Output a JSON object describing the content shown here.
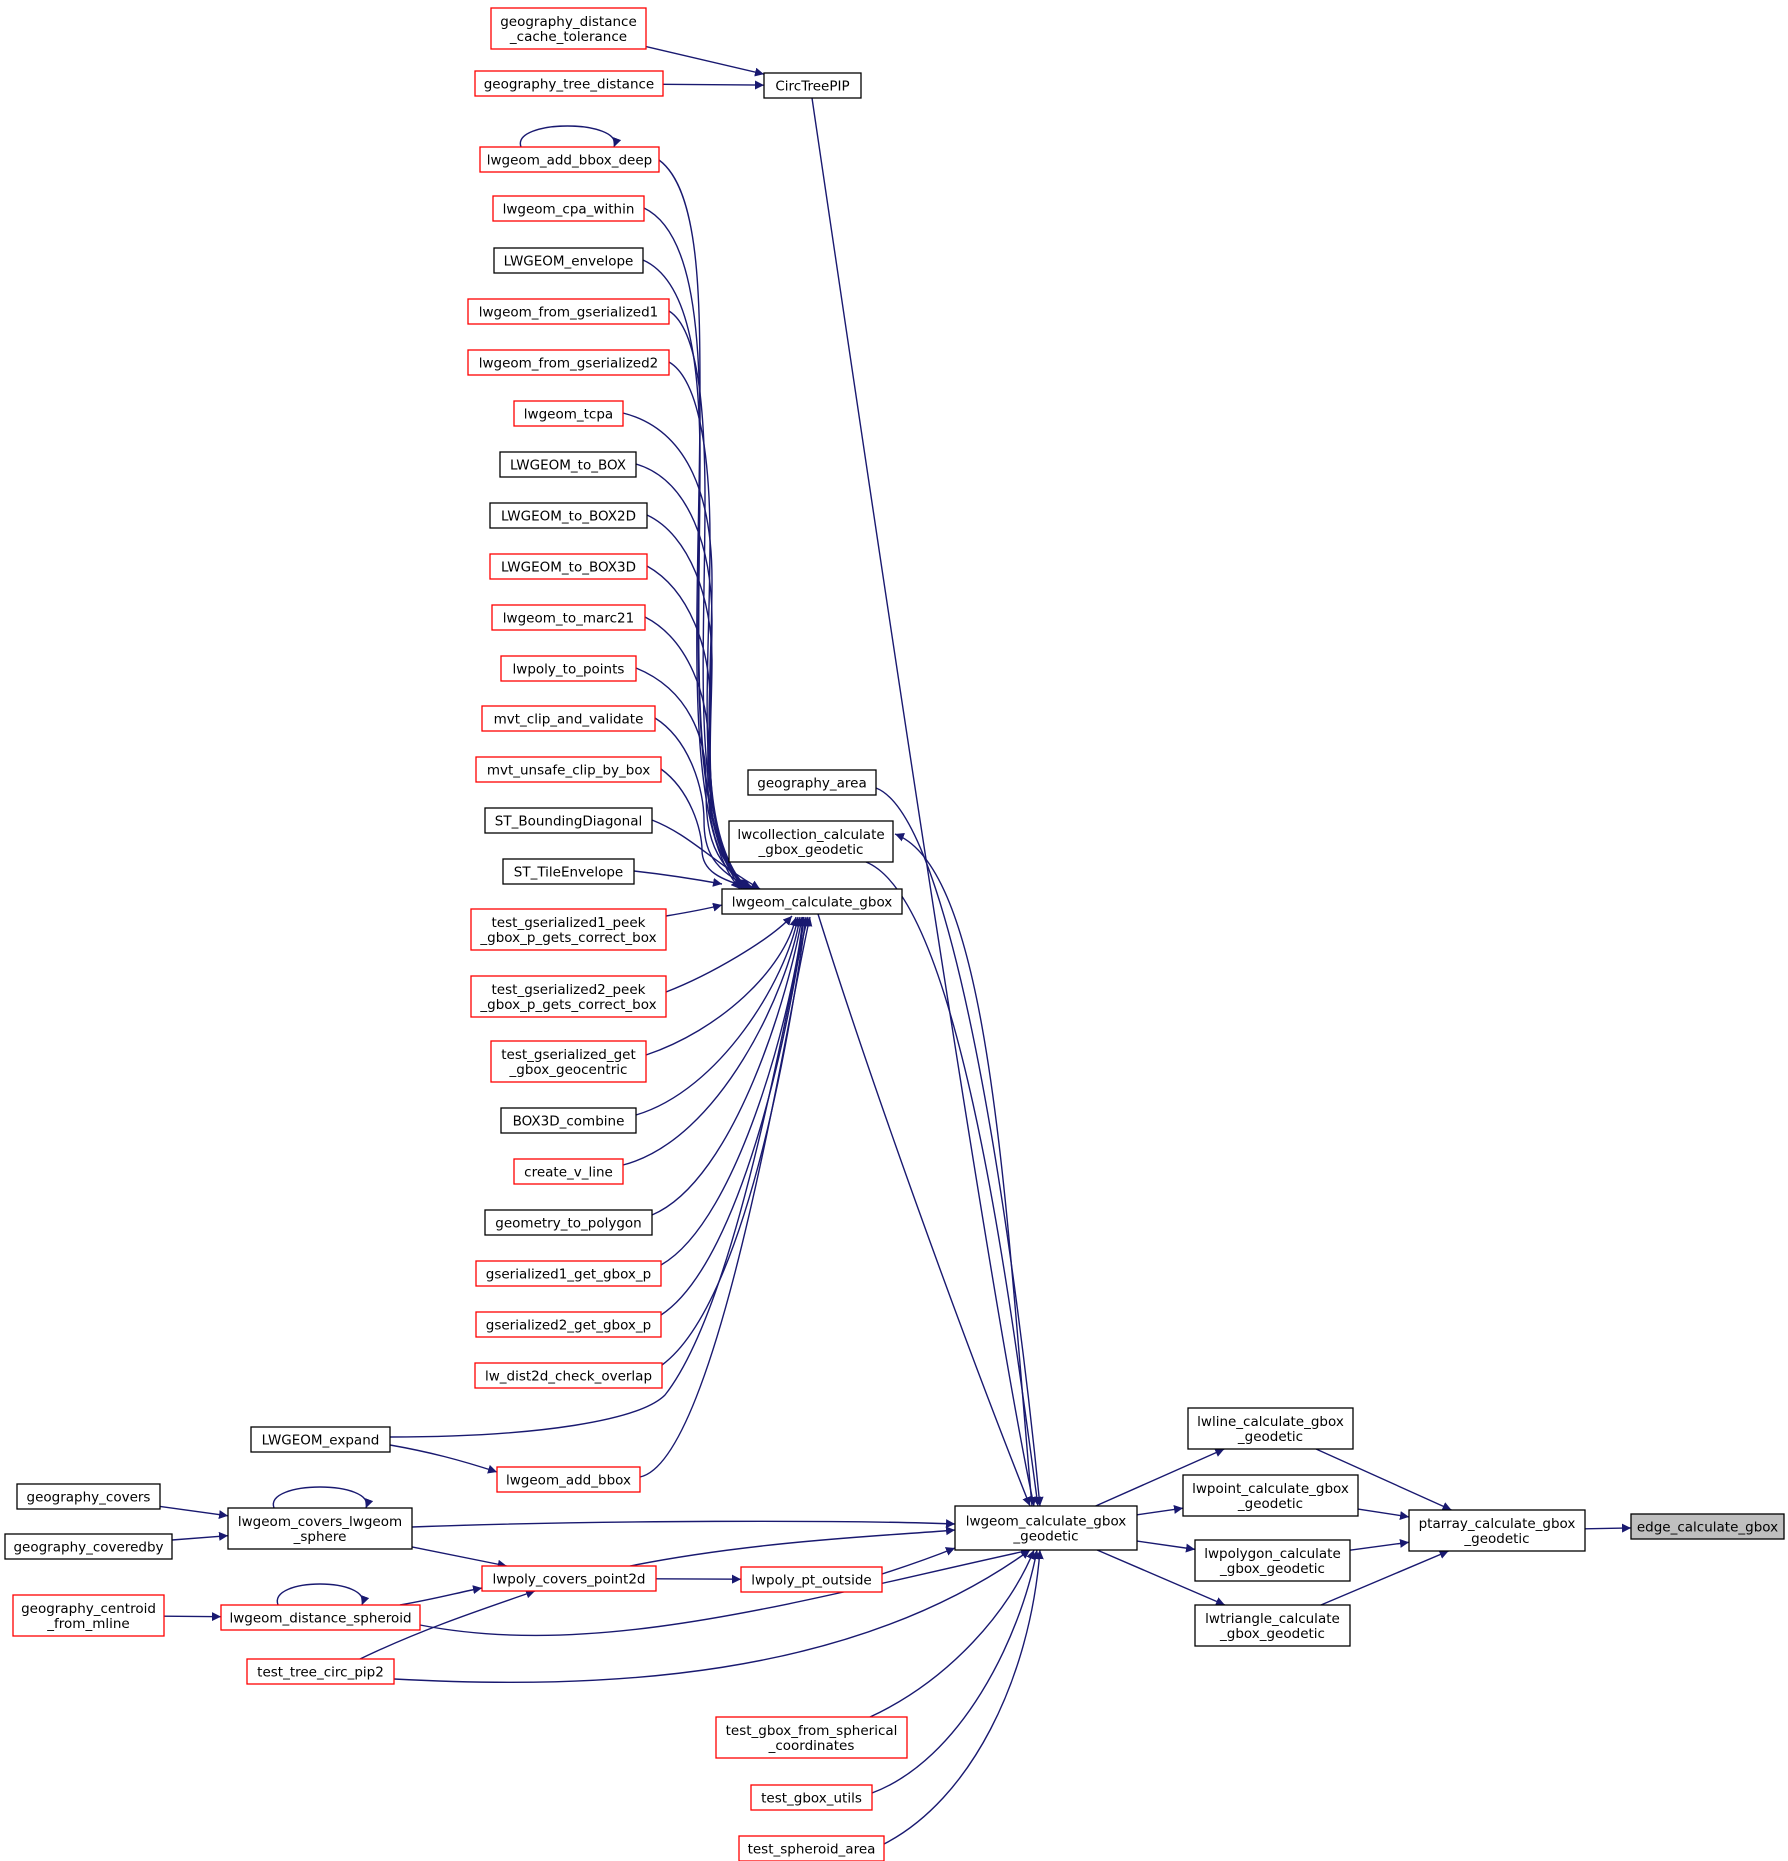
{
  "graph": {
    "kind": "doxygen-caller-graph",
    "colors": {
      "edge": "#191970",
      "node_border_default": "#000000",
      "node_border_truncated": "#ff0000",
      "node_fill": "#ffffff",
      "node_fill_root": "#bfbfbf",
      "text": "#000000"
    },
    "nodes": [
      {
        "id": "edge",
        "label": "edge_calculate_gbox",
        "style": "root"
      },
      {
        "id": "ptarray",
        "label": "ptarray_calculate_gbox\n_geodetic",
        "style": "normal"
      },
      {
        "id": "lwline",
        "label": "lwline_calculate_gbox\n_geodetic",
        "style": "normal"
      },
      {
        "id": "lwpoint",
        "label": "lwpoint_calculate_gbox\n_geodetic",
        "style": "normal"
      },
      {
        "id": "lwpolygon",
        "label": "lwpolygon_calculate\n_gbox_geodetic",
        "style": "normal"
      },
      {
        "id": "lwtriangle",
        "label": "lwtriangle_calculate\n_gbox_geodetic",
        "style": "normal"
      },
      {
        "id": "lwgeomgeo",
        "label": "lwgeom_calculate_gbox\n_geodetic",
        "style": "normal"
      },
      {
        "id": "lwgeomcg",
        "label": "lwgeom_calculate_gbox",
        "style": "normal"
      },
      {
        "id": "lwcoll",
        "label": "lwcollection_calculate\n_gbox_geodetic",
        "style": "normal"
      },
      {
        "id": "geoarea",
        "label": "geography_area",
        "style": "normal"
      },
      {
        "id": "circ",
        "label": "CircTreePIP",
        "style": "normal"
      },
      {
        "id": "gdct",
        "label": "geography_distance\n_cache_tolerance",
        "style": "truncated"
      },
      {
        "id": "gtd",
        "label": "geography_tree_distance",
        "style": "truncated"
      },
      {
        "id": "addbbd",
        "label": "lwgeom_add_bbox_deep",
        "style": "truncated"
      },
      {
        "id": "cpa",
        "label": "lwgeom_cpa_within",
        "style": "truncated"
      },
      {
        "id": "env",
        "label": "LWGEOM_envelope",
        "style": "normal"
      },
      {
        "id": "fg1",
        "label": "lwgeom_from_gserialized1",
        "style": "truncated"
      },
      {
        "id": "fg2",
        "label": "lwgeom_from_gserialized2",
        "style": "truncated"
      },
      {
        "id": "tcpa",
        "label": "lwgeom_tcpa",
        "style": "truncated"
      },
      {
        "id": "box",
        "label": "LWGEOM_to_BOX",
        "style": "normal"
      },
      {
        "id": "box2d",
        "label": "LWGEOM_to_BOX2D",
        "style": "normal"
      },
      {
        "id": "box3d",
        "label": "LWGEOM_to_BOX3D",
        "style": "truncated"
      },
      {
        "id": "marc",
        "label": "lwgeom_to_marc21",
        "style": "truncated"
      },
      {
        "id": "polypts",
        "label": "lwpoly_to_points",
        "style": "truncated"
      },
      {
        "id": "mvtclip",
        "label": "mvt_clip_and_validate",
        "style": "truncated"
      },
      {
        "id": "mvtun",
        "label": "mvt_unsafe_clip_by_box",
        "style": "truncated"
      },
      {
        "id": "stbd",
        "label": "ST_BoundingDiagonal",
        "style": "normal"
      },
      {
        "id": "stte",
        "label": "ST_TileEnvelope",
        "style": "normal"
      },
      {
        "id": "tg1",
        "label": "test_gserialized1_peek\n_gbox_p_gets_correct_box",
        "style": "truncated"
      },
      {
        "id": "tg2",
        "label": "test_gserialized2_peek\n_gbox_p_gets_correct_box",
        "style": "truncated"
      },
      {
        "id": "tgc",
        "label": "test_gserialized_get\n_gbox_geocentric",
        "style": "truncated"
      },
      {
        "id": "b3c",
        "label": "BOX3D_combine",
        "style": "normal"
      },
      {
        "id": "cvl",
        "label": "create_v_line",
        "style": "truncated"
      },
      {
        "id": "gtp",
        "label": "geometry_to_polygon",
        "style": "normal"
      },
      {
        "id": "g1gb",
        "label": "gserialized1_get_gbox_p",
        "style": "truncated"
      },
      {
        "id": "g2gb",
        "label": "gserialized2_get_gbox_p",
        "style": "truncated"
      },
      {
        "id": "lwd2",
        "label": "lw_dist2d_check_overlap",
        "style": "truncated"
      },
      {
        "id": "lwexp",
        "label": "LWGEOM_expand",
        "style": "normal"
      },
      {
        "id": "addbb",
        "label": "lwgeom_add_bbox",
        "style": "truncated"
      },
      {
        "id": "covsph",
        "label": "lwgeom_covers_lwgeom\n_sphere",
        "style": "normal"
      },
      {
        "id": "gcov",
        "label": "geography_covers",
        "style": "normal"
      },
      {
        "id": "gcovby",
        "label": "geography_coveredby",
        "style": "normal"
      },
      {
        "id": "pcp2d",
        "label": "lwpoly_covers_point2d",
        "style": "truncated"
      },
      {
        "id": "pto",
        "label": "lwpoly_pt_outside",
        "style": "truncated"
      },
      {
        "id": "dsph",
        "label": "lwgeom_distance_spheroid",
        "style": "truncated"
      },
      {
        "id": "gcent",
        "label": "geography_centroid\n_from_mline",
        "style": "truncated"
      },
      {
        "id": "tcirc",
        "label": "test_tree_circ_pip2",
        "style": "truncated"
      },
      {
        "id": "tgfs",
        "label": "test_gbox_from_spherical\n_coordinates",
        "style": "truncated"
      },
      {
        "id": "tgu",
        "label": "test_gbox_utils",
        "style": "truncated"
      },
      {
        "id": "tsa",
        "label": "test_spheroid_area",
        "style": "truncated"
      }
    ],
    "edges": [
      {
        "from": "ptarray",
        "to": "edge"
      },
      {
        "from": "lwline",
        "to": "ptarray"
      },
      {
        "from": "lwpoint",
        "to": "ptarray"
      },
      {
        "from": "lwpolygon",
        "to": "ptarray"
      },
      {
        "from": "lwtriangle",
        "to": "ptarray"
      },
      {
        "from": "lwgeomgeo",
        "to": "lwline"
      },
      {
        "from": "lwgeomgeo",
        "to": "lwpoint"
      },
      {
        "from": "lwgeomgeo",
        "to": "lwpolygon"
      },
      {
        "from": "lwgeomgeo",
        "to": "lwtriangle"
      },
      {
        "from": "lwgeomcg",
        "to": "lwgeomgeo"
      },
      {
        "from": "lwcoll",
        "to": "lwgeomgeo"
      },
      {
        "from": "lwgeomgeo",
        "to": "lwcoll"
      },
      {
        "from": "geoarea",
        "to": "lwgeomgeo"
      },
      {
        "from": "circ",
        "to": "lwgeomgeo"
      },
      {
        "from": "gdct",
        "to": "circ"
      },
      {
        "from": "gtd",
        "to": "circ"
      },
      {
        "from": "addbbd",
        "to": "addbbd"
      },
      {
        "from": "addbbd",
        "to": "lwgeomcg"
      },
      {
        "from": "cpa",
        "to": "lwgeomcg"
      },
      {
        "from": "env",
        "to": "lwgeomcg"
      },
      {
        "from": "fg1",
        "to": "lwgeomcg"
      },
      {
        "from": "fg2",
        "to": "lwgeomcg"
      },
      {
        "from": "tcpa",
        "to": "lwgeomcg"
      },
      {
        "from": "box",
        "to": "lwgeomcg"
      },
      {
        "from": "box2d",
        "to": "lwgeomcg"
      },
      {
        "from": "box3d",
        "to": "lwgeomcg"
      },
      {
        "from": "marc",
        "to": "lwgeomcg"
      },
      {
        "from": "polypts",
        "to": "lwgeomcg"
      },
      {
        "from": "mvtclip",
        "to": "lwgeomcg"
      },
      {
        "from": "mvtun",
        "to": "lwgeomcg"
      },
      {
        "from": "stbd",
        "to": "lwgeomcg"
      },
      {
        "from": "stte",
        "to": "lwgeomcg"
      },
      {
        "from": "tg1",
        "to": "lwgeomcg"
      },
      {
        "from": "tg2",
        "to": "lwgeomcg"
      },
      {
        "from": "tgc",
        "to": "lwgeomcg"
      },
      {
        "from": "b3c",
        "to": "lwgeomcg"
      },
      {
        "from": "cvl",
        "to": "lwgeomcg"
      },
      {
        "from": "gtp",
        "to": "lwgeomcg"
      },
      {
        "from": "g1gb",
        "to": "lwgeomcg"
      },
      {
        "from": "g2gb",
        "to": "lwgeomcg"
      },
      {
        "from": "lwd2",
        "to": "lwgeomcg"
      },
      {
        "from": "lwexp",
        "to": "lwgeomcg"
      },
      {
        "from": "addbb",
        "to": "lwgeomcg"
      },
      {
        "from": "lwexp",
        "to": "addbb"
      },
      {
        "from": "covsph",
        "to": "covsph"
      },
      {
        "from": "covsph",
        "to": "lwgeomgeo"
      },
      {
        "from": "gcov",
        "to": "covsph"
      },
      {
        "from": "gcovby",
        "to": "covsph"
      },
      {
        "from": "covsph",
        "to": "pcp2d"
      },
      {
        "from": "pcp2d",
        "to": "lwgeomgeo"
      },
      {
        "from": "pcp2d",
        "to": "pto"
      },
      {
        "from": "pto",
        "to": "lwgeomgeo"
      },
      {
        "from": "dsph",
        "to": "dsph"
      },
      {
        "from": "dsph",
        "to": "lwgeomgeo"
      },
      {
        "from": "dsph",
        "to": "pcp2d"
      },
      {
        "from": "gcent",
        "to": "dsph"
      },
      {
        "from": "tcirc",
        "to": "pcp2d"
      },
      {
        "from": "tcirc",
        "to": "lwgeomgeo"
      },
      {
        "from": "tgfs",
        "to": "lwgeomgeo"
      },
      {
        "from": "tgu",
        "to": "lwgeomgeo"
      },
      {
        "from": "tsa",
        "to": "lwgeomgeo"
      }
    ]
  }
}
